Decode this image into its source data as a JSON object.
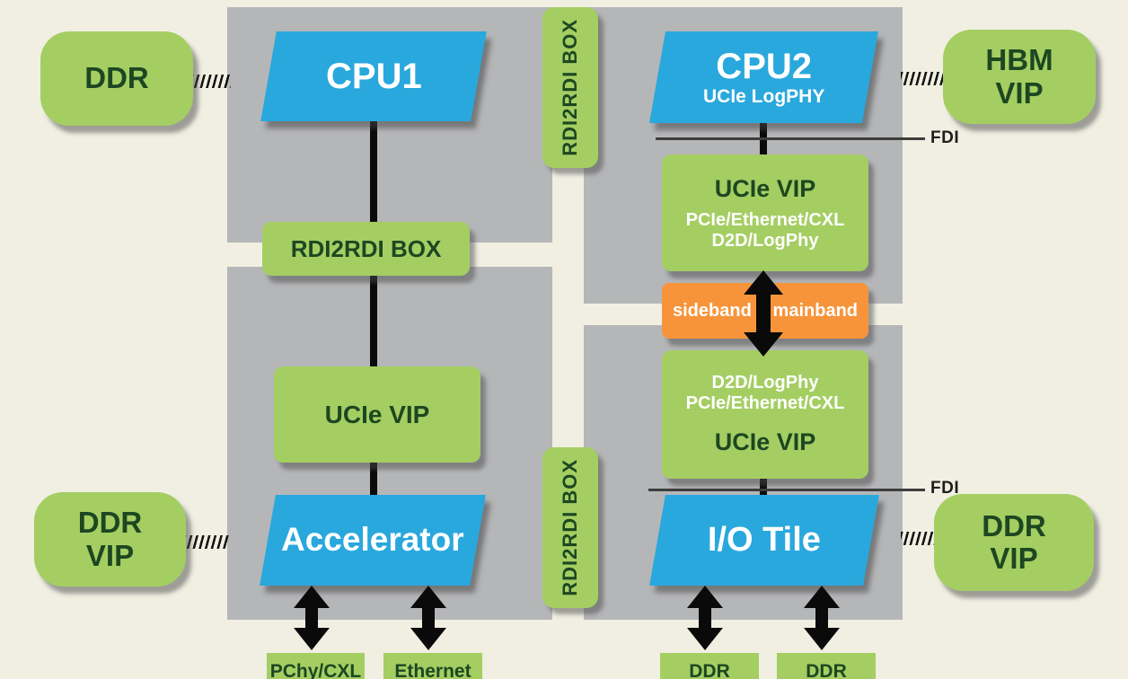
{
  "palette": {
    "background": "#f0efe2",
    "panel_gray": "#b5b6b8",
    "block_green": "#a4ce62",
    "green_text": "#1d4721",
    "block_blue": "#29a8dd",
    "band_orange": "#f7943b",
    "connector_black": "#0a0a0a",
    "fdi_line_gray": "#3d3d3d"
  },
  "endpoints": {
    "ddr": {
      "label": "DDR"
    },
    "hbm_vip": {
      "line1": "HBM",
      "line2": "VIP"
    },
    "ddr_vip_left": {
      "line1": "DDR",
      "line2": "VIP"
    },
    "ddr_vip_right": {
      "line1": "DDR",
      "line2": "VIP"
    }
  },
  "left_panel": {
    "cpu1": {
      "label": "CPU1"
    },
    "rdi2rdi_box": {
      "label": "RDI2RDI BOX"
    },
    "ucie_vip": {
      "label": "UCIe VIP"
    },
    "accelerator": {
      "label": "Accelerator"
    }
  },
  "middle": {
    "rdi2rdi_top": {
      "label": "RDI2RDI BOX"
    },
    "rdi2rdi_bottom": {
      "label": "RDI2RDI BOX"
    }
  },
  "right_panel": {
    "cpu2": {
      "label": "CPU2",
      "subtitle": "UCIe LogPHY"
    },
    "fdi_top": {
      "label": "FDI"
    },
    "ucie_vip_top": {
      "title": "UCIe VIP",
      "line1": "PCIe/Ethernet/CXL",
      "line2": "D2D/LogPhy"
    },
    "band": {
      "sideband": "sideband",
      "mainband": "mainband"
    },
    "ucie_vip_bottom": {
      "line1": "D2D/LogPhy",
      "line2": "PCIe/Ethernet/CXL",
      "title": "UCIe VIP"
    },
    "fdi_bottom": {
      "label": "FDI"
    },
    "io_tile": {
      "label": "I/O Tile"
    }
  },
  "bottom_row": {
    "accel_box1": {
      "label": "PChy/CXL"
    },
    "accel_box2": {
      "label": "Ethernet"
    },
    "io_box1": {
      "label": "DDR"
    },
    "io_box2": {
      "label": "DDR"
    }
  }
}
